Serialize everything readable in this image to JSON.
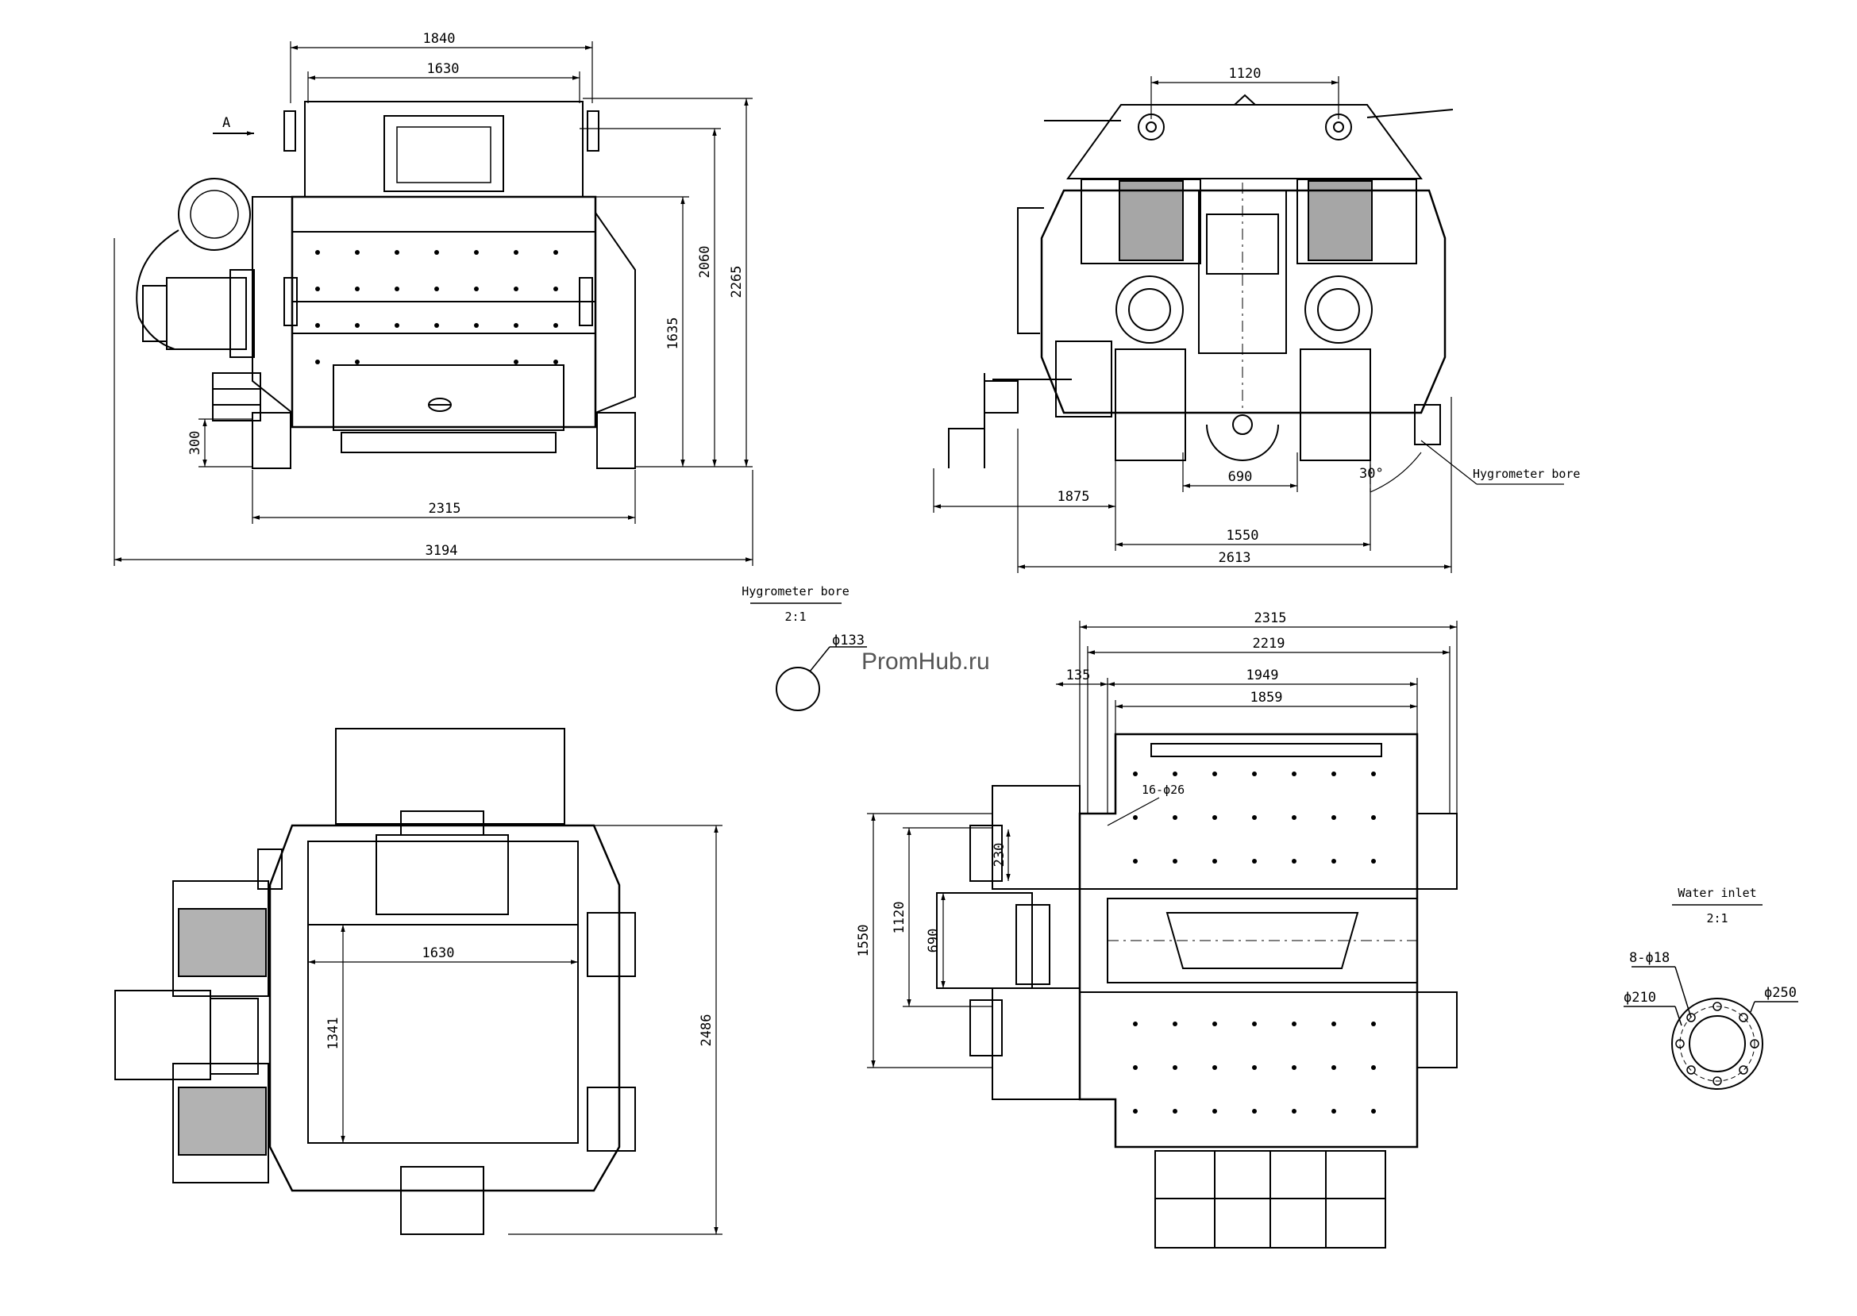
{
  "watermark": "PromHub.ru",
  "colors": {
    "ink": "#000000",
    "paper": "#ffffff",
    "watermark": "#555555"
  },
  "front_view": {
    "dims": {
      "w1840": "1840",
      "w1630": "1630",
      "h2060": "2060",
      "h2265": "2265",
      "h1635": "1635",
      "h300": "300",
      "w2315": "2315",
      "w3194": "3194"
    },
    "section_mark": "A"
  },
  "side_view": {
    "dims": {
      "w1120": "1120",
      "w1875": "1875",
      "w690": "690",
      "w1550": "1550",
      "w2613": "2613"
    },
    "angle": "30°",
    "callout": "Hygrometer bore"
  },
  "hygrometer_detail": {
    "title": "Hygrometer bore",
    "scale": "2:1",
    "diameter": "ϕ133"
  },
  "top_view": {
    "dims": {
      "w1630": "1630",
      "h1341": "1341",
      "h2486": "2486"
    }
  },
  "plan_view": {
    "dims": {
      "w2315": "2315",
      "w2219": "2219",
      "w135": "135",
      "w1949": "1949",
      "w1859": "1859",
      "h1550": "1550",
      "h1120": "1120",
      "h690": "690",
      "h230": "230"
    },
    "hole_note": "16-ϕ26"
  },
  "water_inlet_detail": {
    "title": "Water inlet",
    "scale": "2:1",
    "holes": "8-ϕ18",
    "d210": "ϕ210",
    "d250": "ϕ250"
  }
}
